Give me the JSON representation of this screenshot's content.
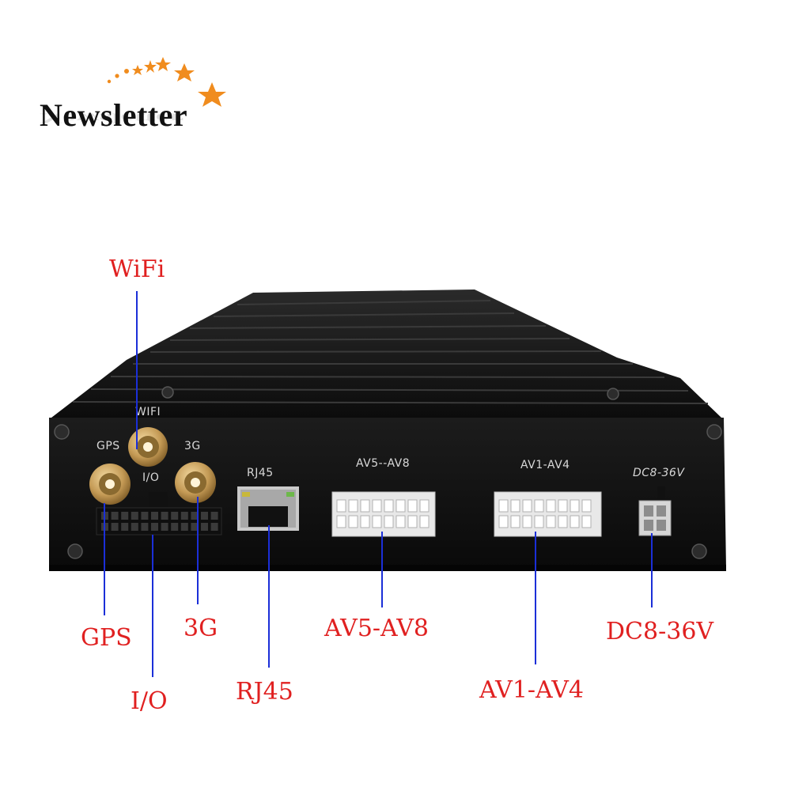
{
  "logo": {
    "text": "Newsletter"
  },
  "colors": {
    "callout_text": "#e02020",
    "leader_line": "#1b2fd8",
    "device_body": "#151515",
    "star": "#f08c1e"
  },
  "panel_labels": {
    "wifi": "WIFI",
    "gps": "GPS",
    "threeg": "3G",
    "io": "I/O",
    "rj45": "RJ45",
    "av5_av8": "AV5--AV8",
    "av1_av4": "AV1-AV4",
    "dc": "DC8-36V"
  },
  "callouts": {
    "wifi": "WiFi",
    "gps": "GPS",
    "threeg": "3G",
    "io": "I/O",
    "rj45": "RJ45",
    "av5_av8": "AV5-AV8",
    "av1_av4": "AV1-AV4",
    "dc": "DC8-36V"
  }
}
